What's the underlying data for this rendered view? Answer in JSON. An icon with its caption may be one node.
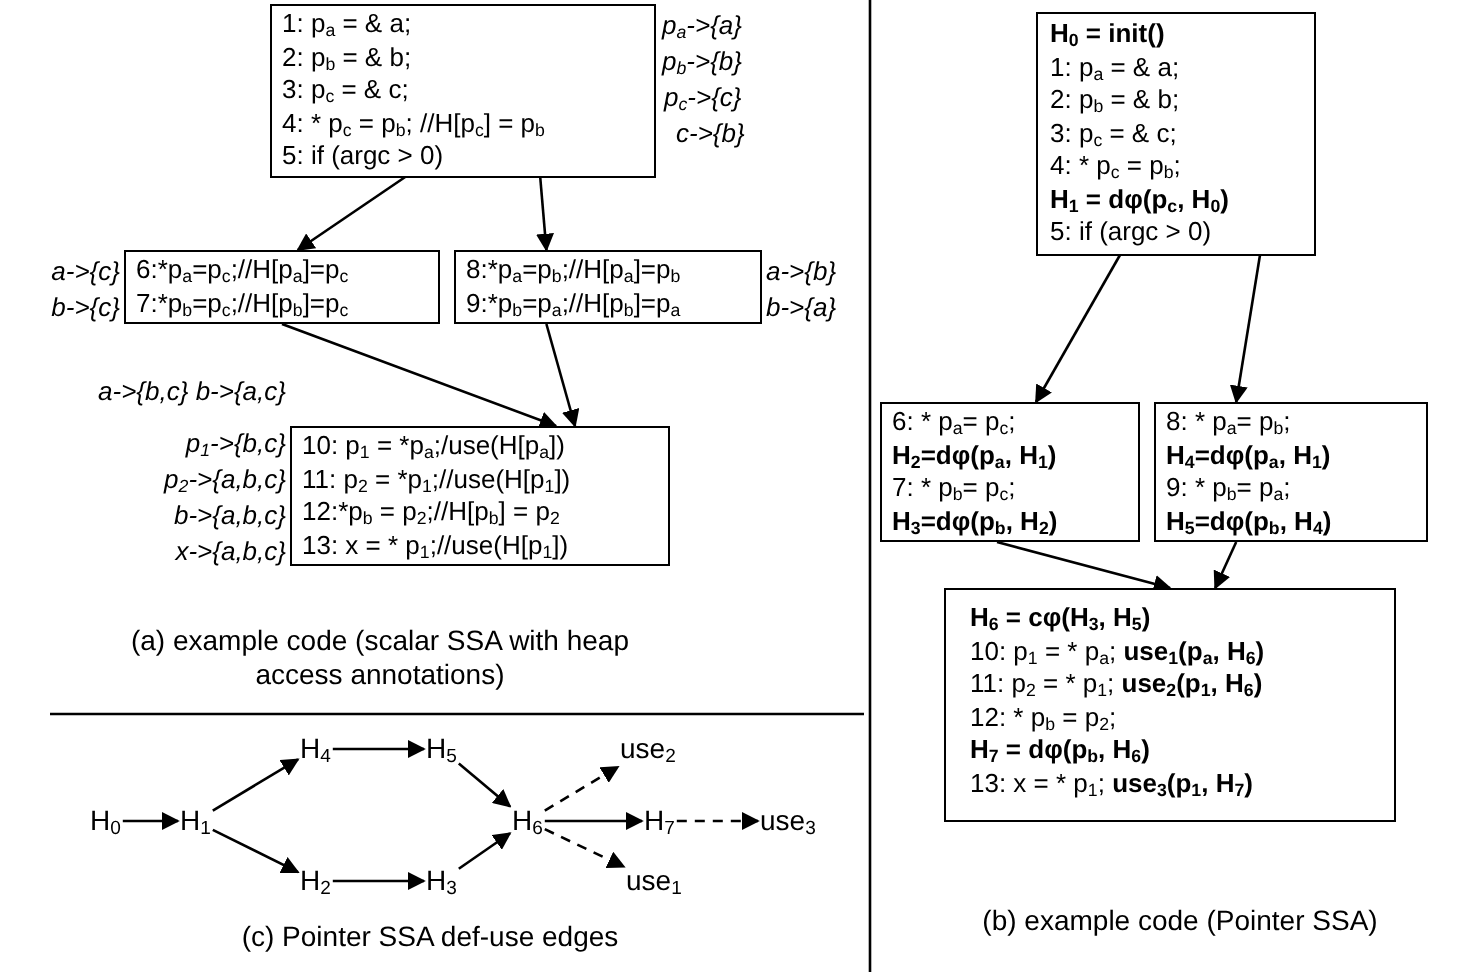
{
  "diagram": {
    "nodes": [
      {
        "text": [
          "1:  p$_{a}$ = & a;",
          "2:  p$_{b}$ = & b;",
          "3:  p$_{c}$ = & c;",
          "4:  * p$_{c}$ = p$_{b}$; //H[p$_{c}$] = p$_{b}$",
          "5:  if (argc > 0)"
        ],
        "beside": [
          "p$_{a}$->{a}",
          "p$_{b}$->{b}",
          "p$_{c}$->{c}",
          "c->{b}"
        ]
      },
      {
        "text": [
          "6:*p$_{a}$=p$_{c}$;//H[p$_{a}$]=p$_{c}$",
          "7:*p$_{b}$=p$_{c}$;//H[p$_{b}$]=p$_{c}$"
        ],
        "beside": [
          "a->{c}",
          "b->{c}"
        ]
      },
      {
        "text": [
          "8:*p$_{a}$=p$_{b}$;//H[p$_{a}$]=p$_{b}$",
          "9:*p$_{b}$=p$_{a}$;//H[p$_{b}$]=p$_{a}$"
        ],
        "beside": [
          "a->{b}",
          "b->{a}"
        ]
      },
      {
        "text": [
          "10: p$_{1}$ = *p$_{a}$;/use(H[p$_{a}$])",
          "11: p$_{2}$ = *p$_{1}$;//use(H[p$_{1}$])",
          "12:*p$_{b}$ = p$_{2}$;//H[p$_{b}$] = p$_{2}$",
          "13: x = * p$_{1}$;//use(H[p$_{1}$])"
        ],
        "beside": [
          "a->{b,c} b->{a,c}",
          "p$_{1}$->{b,c}",
          "p$_{2}$->{a,b,c}",
          "b->{a,b,c}",
          "x->{a,b,c}"
        ]
      },
      {
        "text": [
          "**H$_{0}$ = init()**",
          "1:  p$_{a}$ = & a;",
          "2:  p$_{b}$ = & b;",
          "3:  p$_{c}$ = & c;",
          "4:  * p$_{c}$ = p$_{b}$;",
          "**H$_{1}$ = dφ(p$_{c}$, H$_{0}$)**",
          "5:  if (argc > 0)"
        ]
      },
      {
        "text": [
          "6:  * p$_{a}$= p$_{c}$;",
          "**H$_{2}$=dφ(p$_{a}$, H$_{1}$)**",
          "7:  * p$_{b}$= p$_{c}$;",
          "**H$_{3}$=dφ(p$_{b}$, H$_{2}$)**"
        ]
      },
      {
        "text": [
          "8:  * p$_{a}$= p$_{b}$;",
          "**H$_{4}$=dφ(p$_{a}$, H$_{1}$)**",
          "9:  * p$_{b}$= p$_{a}$;",
          "**H$_{5}$=dφ(p$_{b}$, H$_{4}$)**"
        ]
      },
      {
        "text": [
          "**H$_{6}$ = cφ(H$_{3}$, H$_{5}$)**",
          "10: p$_{1}$ = * p$_{a}$; **use$_{1}$(p$_{a}$, H$_{6}$)**",
          "11: p$_{2}$ = * p$_{1}$; **use$_{2}$(p$_{1}$, H$_{6}$)**",
          "12: * p$_{b}$ = p$_{2}$;",
          "**H$_{7}$ = dφ(p$_{b}$, H$_{6}$)**",
          "13: x = * p$_{1}$; **use$_{3}$(p$_{1}$, H$_{7}$)**"
        ]
      },
      {
        "text": [
          "H$_{0}$"
        ]
      },
      {
        "text": [
          "H$_{1}$"
        ]
      },
      {
        "text": [
          "H$_{4}$"
        ]
      },
      {
        "text": [
          "H$_{5}$"
        ]
      },
      {
        "text": [
          "H$_{2}$"
        ]
      },
      {
        "text": [
          "H$_{3}$"
        ]
      },
      {
        "text": [
          "H$_{6}$"
        ]
      },
      {
        "text": [
          "use$_{2}$"
        ]
      },
      {
        "text": [
          "H$_{7}$"
        ]
      },
      {
        "text": [
          "use$_{3}$"
        ]
      },
      {
        "text": [
          "use$_{1}$"
        ]
      }
    ],
    "edges": [
      {
        "from": 0,
        "to": 1,
        "arrow": "to"
      },
      {
        "from": 0,
        "to": 2,
        "arrow": "to"
      },
      {
        "from": 1,
        "to": 3,
        "arrow": "to"
      },
      {
        "from": 2,
        "to": 3,
        "arrow": "to"
      },
      {
        "from": 4,
        "to": 5,
        "arrow": "to"
      },
      {
        "from": 4,
        "to": 6,
        "arrow": "to"
      },
      {
        "from": 5,
        "to": 7,
        "arrow": "to"
      },
      {
        "from": 6,
        "to": 7,
        "arrow": "to"
      },
      {
        "from": 8,
        "to": 9,
        "arrow": "to"
      },
      {
        "from": 9,
        "to": 10,
        "arrow": "to"
      },
      {
        "from": 9,
        "to": 12,
        "arrow": "to"
      },
      {
        "from": 10,
        "to": 11,
        "arrow": "to"
      },
      {
        "from": 12,
        "to": 13,
        "arrow": "to"
      },
      {
        "from": 11,
        "to": 14,
        "arrow": "to"
      },
      {
        "from": 13,
        "to": 14,
        "arrow": "to"
      },
      {
        "from": 14,
        "to": 15,
        "arrow": "to",
        "style": "dashed"
      },
      {
        "from": 14,
        "to": 16,
        "arrow": "to"
      },
      {
        "from": 16,
        "to": 17,
        "arrow": "to",
        "style": "dashed"
      },
      {
        "from": 14,
        "to": 18,
        "arrow": "to",
        "style": "dashed"
      }
    ],
    "labels": [
      "(a) example code (scalar SSA with heap access annotations)",
      "(c) Pointer SSA def-use edges",
      "(b) example code (Pointer SSA)"
    ]
  }
}
